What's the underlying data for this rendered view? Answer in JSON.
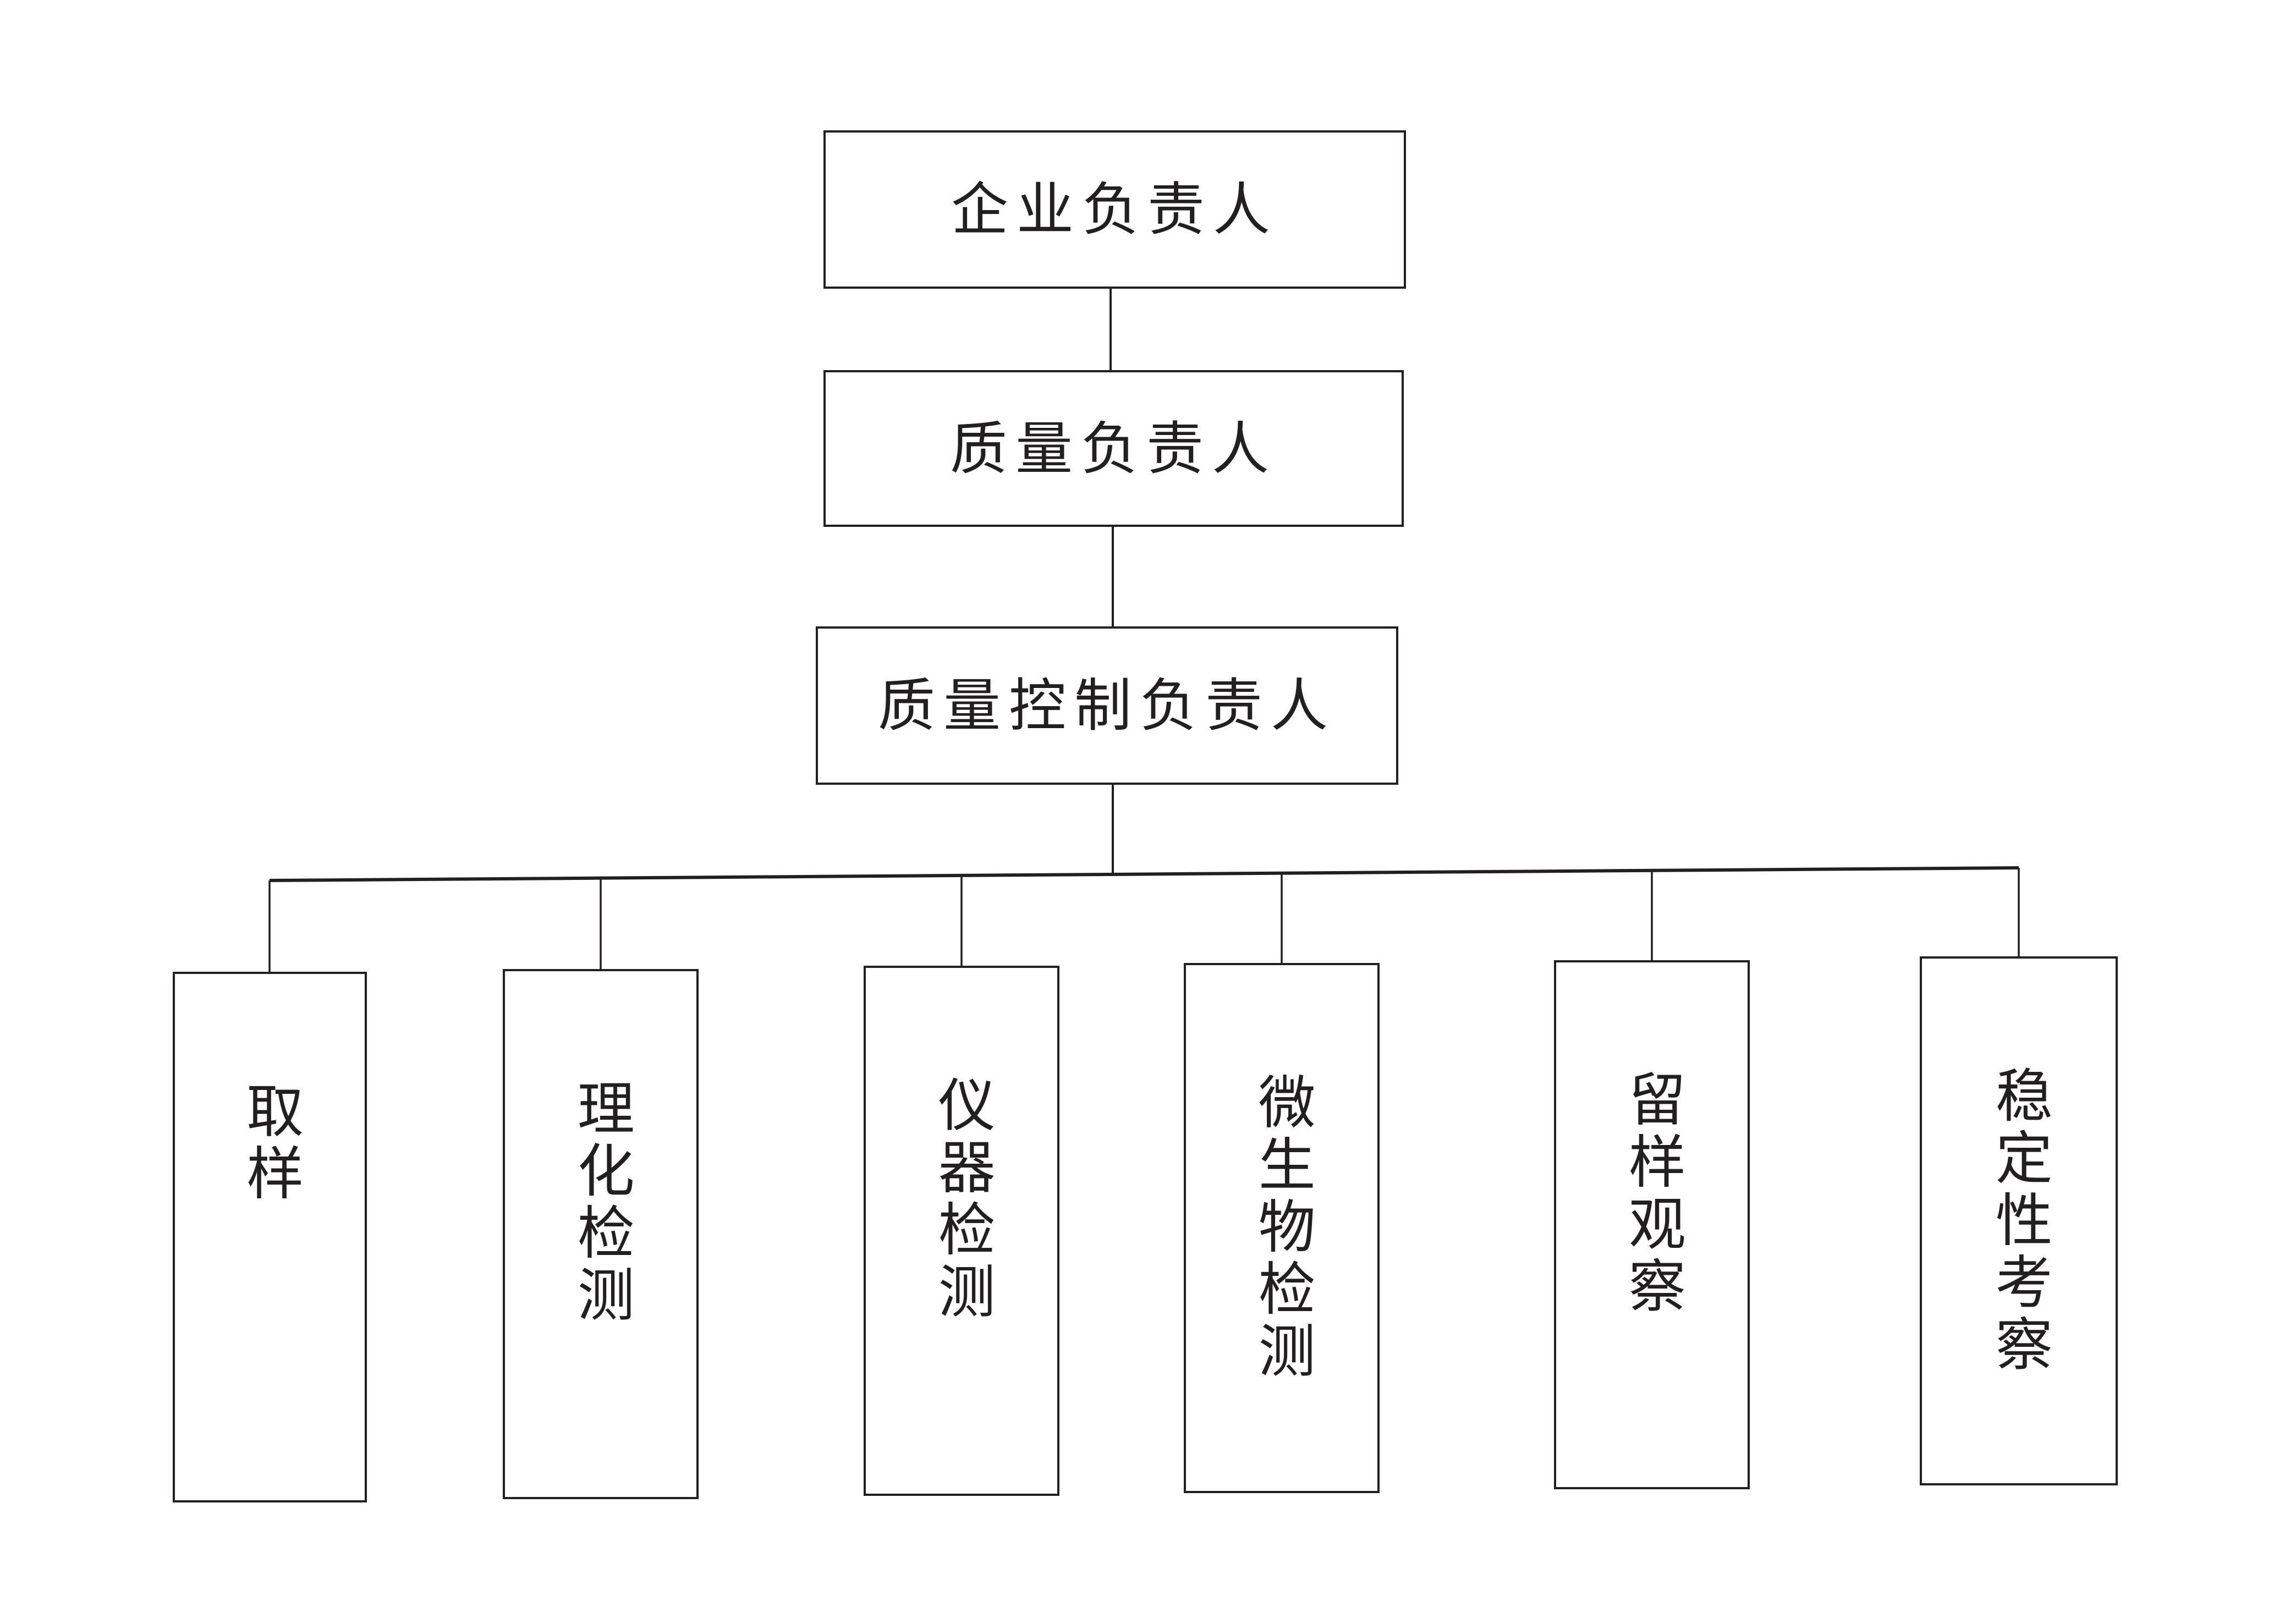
{
  "org_chart": {
    "level1": {
      "label": "企业负责人"
    },
    "level2": {
      "label": "质量负责人"
    },
    "level3": {
      "label": "质量控制负责人"
    },
    "level4": [
      {
        "label": "取样"
      },
      {
        "label": "理化检测"
      },
      {
        "label": "仪器检测"
      },
      {
        "label": "微生物检测"
      },
      {
        "label": "留样观察"
      },
      {
        "label": "稳定性考察"
      }
    ],
    "colors": {
      "line": "#231f20",
      "text": "#231f20",
      "box_border": "#231f20",
      "background": "#ffffff"
    }
  }
}
